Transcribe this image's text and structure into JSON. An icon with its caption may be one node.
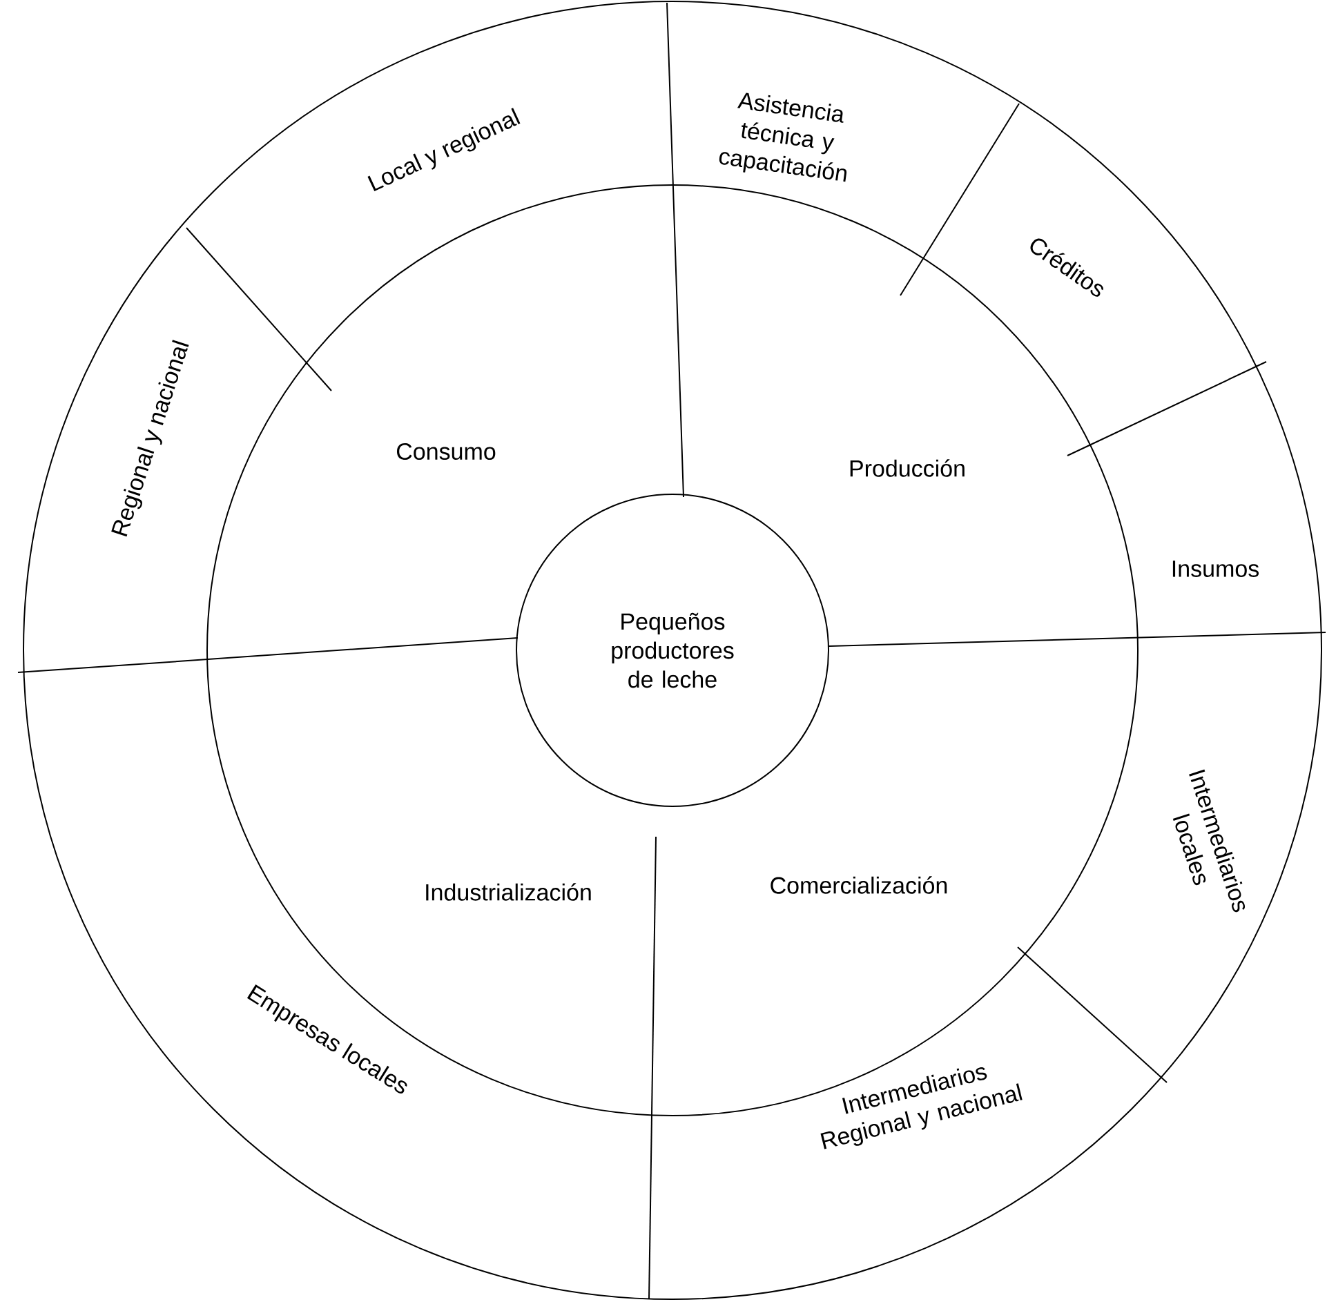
{
  "diagram": {
    "nodes": [
      {
        "text": [
          "Pequeños productores de leche"
        ]
      },
      {
        "text": [
          "Consumo"
        ]
      },
      {
        "text": [
          "Producción"
        ]
      },
      {
        "text": [
          "Industrialización"
        ]
      },
      {
        "text": [
          "Comercialización"
        ]
      },
      {
        "text": [
          "Local y regional"
        ]
      },
      {
        "text": [
          "Asistencia técnica y capacitación"
        ]
      },
      {
        "text": [
          "Créditos"
        ]
      },
      {
        "text": [
          "Insumos"
        ]
      },
      {
        "text": [
          "Regional y nacional"
        ]
      },
      {
        "text": [
          "Empresas locales"
        ]
      },
      {
        "text": [
          "Intermediarios locales"
        ]
      },
      {
        "text": [
          "Intermediarios Regional y nacional"
        ]
      }
    ]
  }
}
